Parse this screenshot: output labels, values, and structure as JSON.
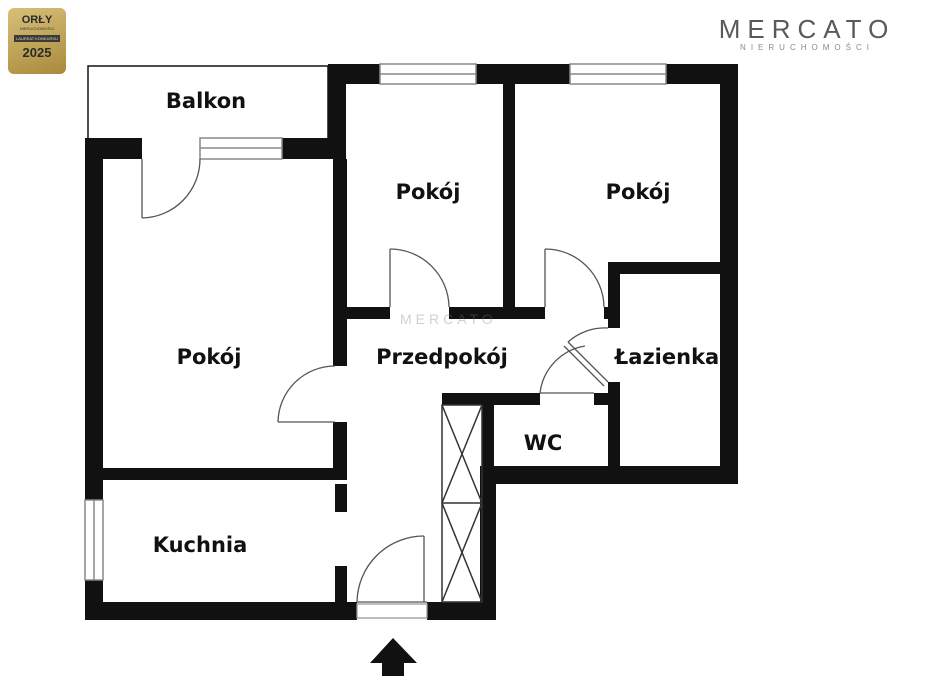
{
  "badge": {
    "title": "ORŁY",
    "subtitle": "NIERUCHOMOŚCI",
    "label": "LAUREAT KONKURSU",
    "year": "2025"
  },
  "brand": {
    "name": "MERCATO",
    "tagline": "NIERUCHOMOŚCI"
  },
  "watermark": "MERCATO",
  "rooms": {
    "balcony": "Balkon",
    "room_top_middle": "Pokój",
    "room_top_right": "Pokój",
    "room_left": "Pokój",
    "hall": "Przedpokój",
    "bathroom": "Łazienka",
    "wc": "WC",
    "kitchen": "Kuchnia"
  },
  "colors": {
    "wall": "#111111",
    "window": "#9a9a9a",
    "badge_gold": "#c4a85a",
    "brand_gray": "#5a5a5a"
  }
}
